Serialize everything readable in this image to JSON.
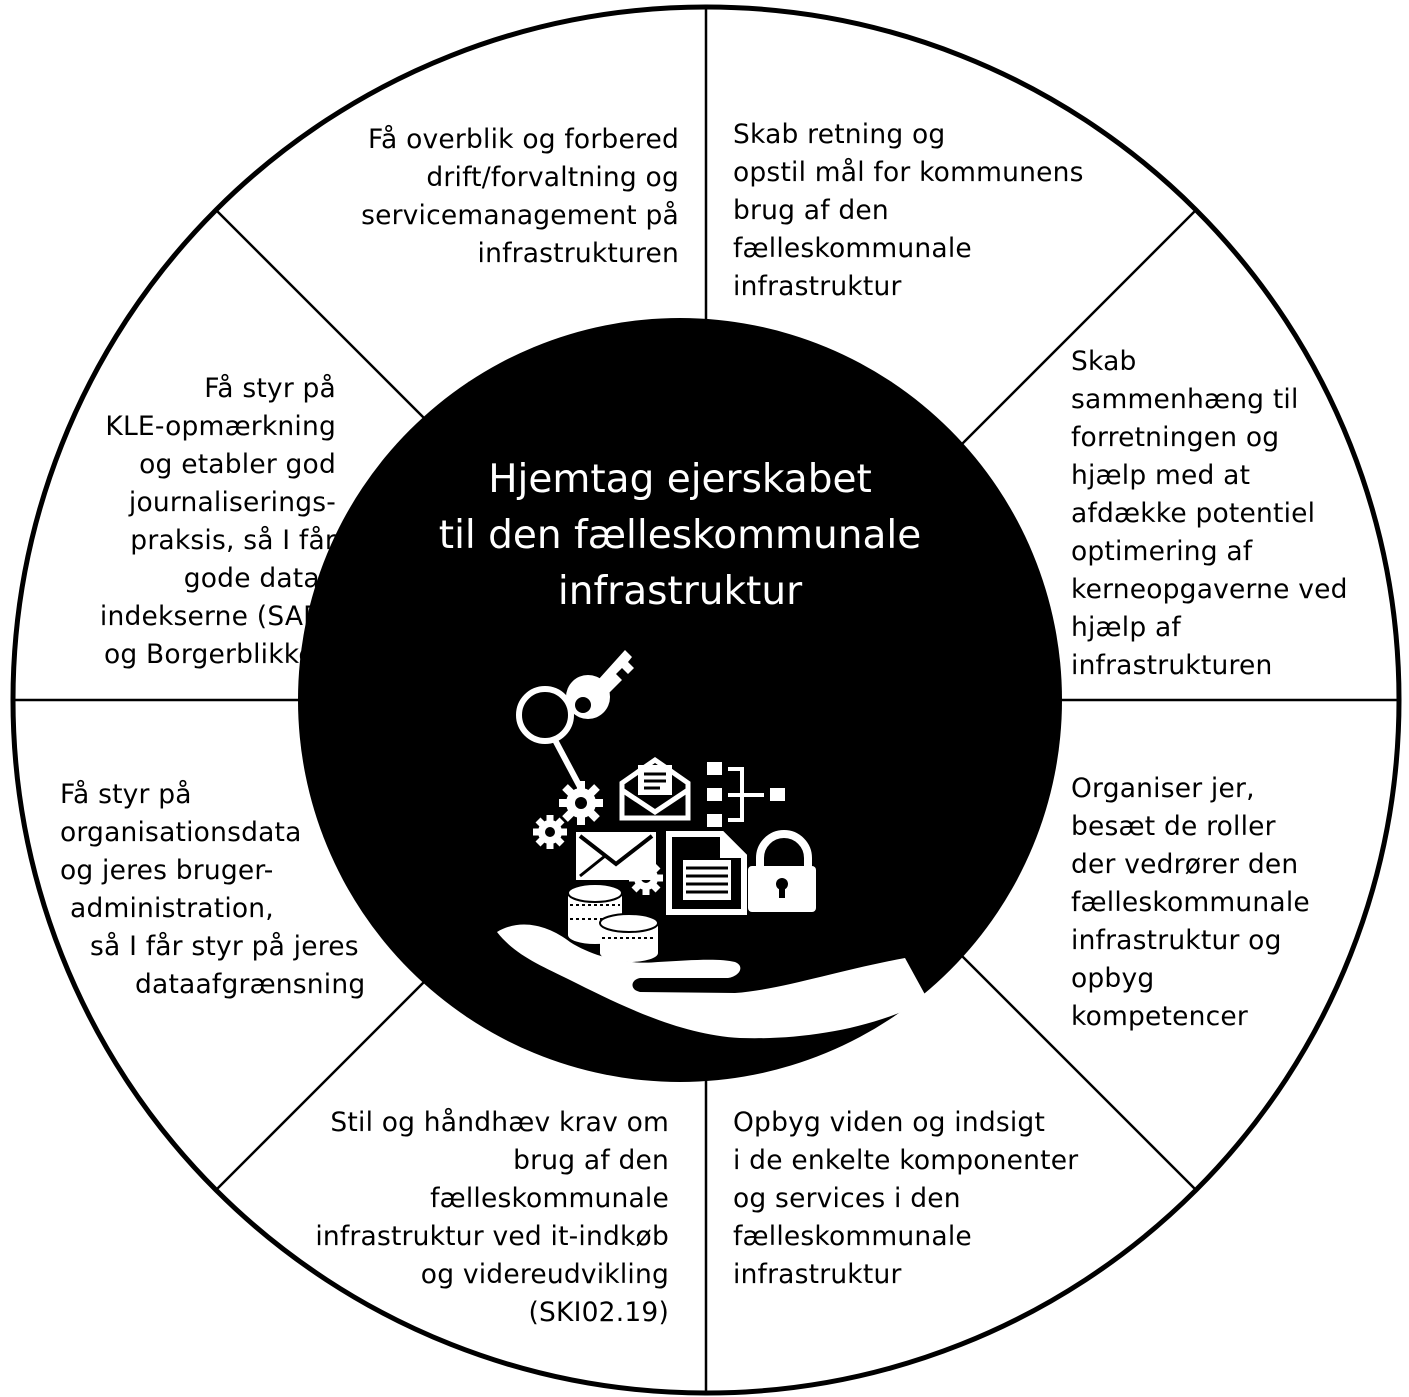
{
  "hub": {
    "title": "Hjemtag ejerskabet\ntil den fælleskommunale\ninfrastruktur"
  },
  "segments": [
    {
      "id": "top-left",
      "text": "Få overblik og forbered\ndrift/forvaltning og\nservicemanagement på\ninfrastrukturen"
    },
    {
      "id": "top-right",
      "text": "Skab retning og\nopstil mål for kommunens\nbrug af den\nfælleskommunale\ninfrastruktur"
    },
    {
      "id": "right-upper",
      "text": "Skab\nsammenhæng til\nforretningen og\nhjælp med at\nafdække potentiel\noptimering af\nkerneopgaverne ved\nhjælp af\ninfrastrukturen"
    },
    {
      "id": "right-lower",
      "text": "Organiser jer,\nbesæt de roller\nder vedrører den\nfælleskommunale\ninfrastruktur og\nopbyg\nkompetencer"
    },
    {
      "id": "bottom-right",
      "text": "Opbyg viden og indsigt\ni de enkelte komponenter\nog services i den\nfælleskommunale\ninfrastruktur"
    },
    {
      "id": "bottom-left",
      "text": "Stil og håndhæv krav om\nbrug af den\nfælleskommunale\ninfrastruktur ved it-indkøb\nog videreudvikling\n(SKI02.19)"
    },
    {
      "id": "left-lower",
      "text": "Få styr på\norganisationsdata\nog jeres bruger-\nadministration,\nså I får styr på jeres\ndataafgrænsning"
    },
    {
      "id": "left-upper",
      "text": "Få styr på\nKLE-opmærkning\nog etabler god\njournaliserings-\npraksis, så I får\ngode data i\nindekserne (SAPA\nog Borgerblikket)"
    }
  ],
  "icons": [
    "key-icon",
    "gear-icon",
    "envelope-open-icon",
    "envelope-icon",
    "org-chart-icon",
    "document-icon",
    "padlock-icon",
    "coins-icon",
    "open-hand-icon"
  ],
  "colors": {
    "hub": "#000000",
    "lines": "#000000",
    "background": "#ffffff",
    "hub_text": "#ffffff"
  }
}
